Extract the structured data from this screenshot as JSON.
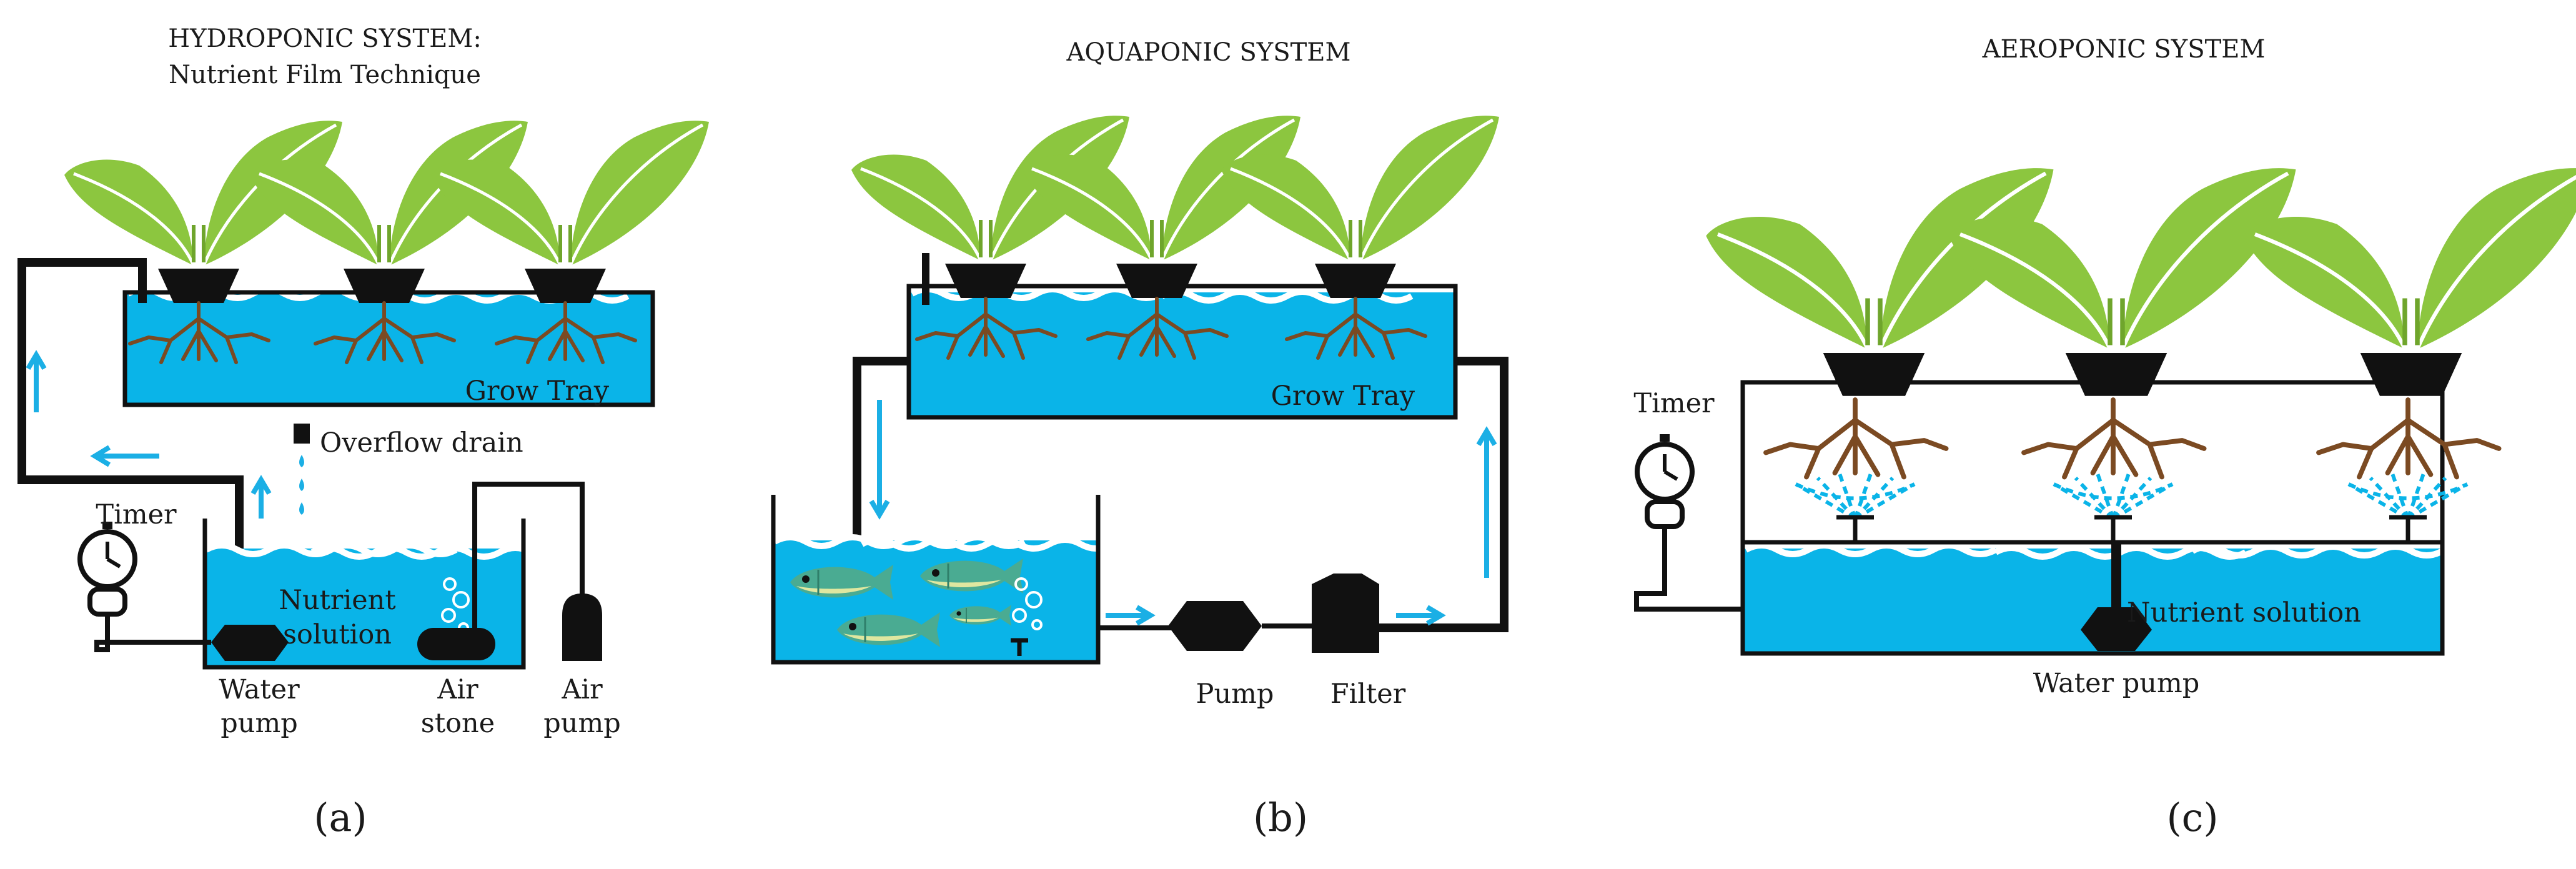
{
  "panels": {
    "a": {
      "title_line1": "HYDROPONIC SYSTEM:",
      "title_line2": "Nutrient Film Technique",
      "grow_tray": "Grow Tray",
      "overflow_drain": "Overflow drain",
      "timer": "Timer",
      "nutrient_line1": "Nutrient",
      "nutrient_line2": "solution",
      "water_pump_line1": "Water",
      "water_pump_line2": "pump",
      "air_stone_line1": "Air",
      "air_stone_line2": "stone",
      "air_pump_line1": "Air",
      "air_pump_line2": "pump",
      "caption": "(a)"
    },
    "b": {
      "title": "AQUAPONIC SYSTEM",
      "grow_tray": "Grow Tray",
      "pump": "Pump",
      "filter": "Filter",
      "caption": "(b)"
    },
    "c": {
      "title": "AEROPONIC SYSTEM",
      "timer": "Timer",
      "nutrient_solution": "Nutrient solution",
      "water_pump": "Water pump",
      "caption": "(c)"
    }
  },
  "colors": {
    "water": "#0ab4e8",
    "water_light": "#bfe6f7",
    "leaf": "#8cc63f",
    "leaf_dark": "#6fa52c",
    "root": "#7b4a22",
    "pipe": "#111111",
    "arrow": "#1bafe5",
    "fish_body": "#4aab92",
    "fish_belly": "#dfe7a0"
  }
}
